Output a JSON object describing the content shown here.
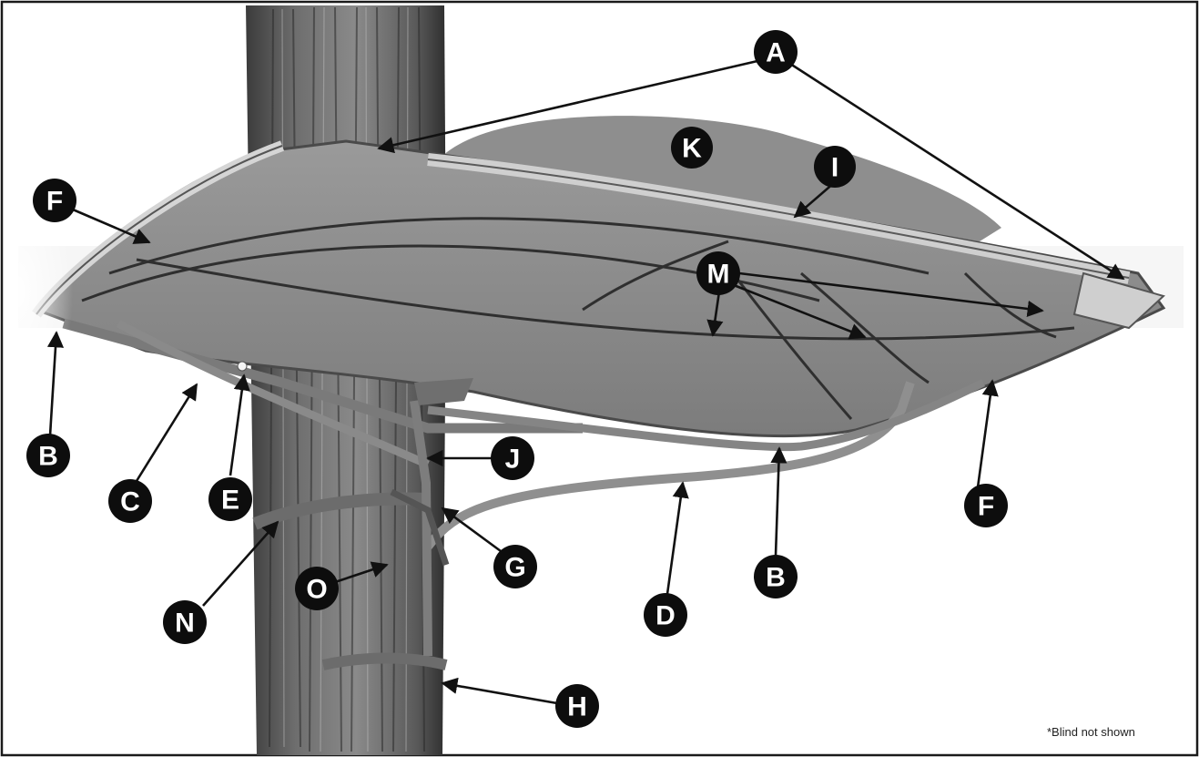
{
  "labels": {
    "A": "A",
    "B": "B",
    "C": "C",
    "D": "D",
    "E": "E",
    "F": "F",
    "G": "G",
    "H": "H",
    "I": "I",
    "J": "J",
    "K": "K",
    "M": "M",
    "N": "N",
    "O": "O"
  },
  "footnote": "*Blind not shown",
  "colors": {
    "label_fill": "#0d0d0d",
    "label_text": "#ffffff",
    "frame": "#1a1a1a"
  }
}
